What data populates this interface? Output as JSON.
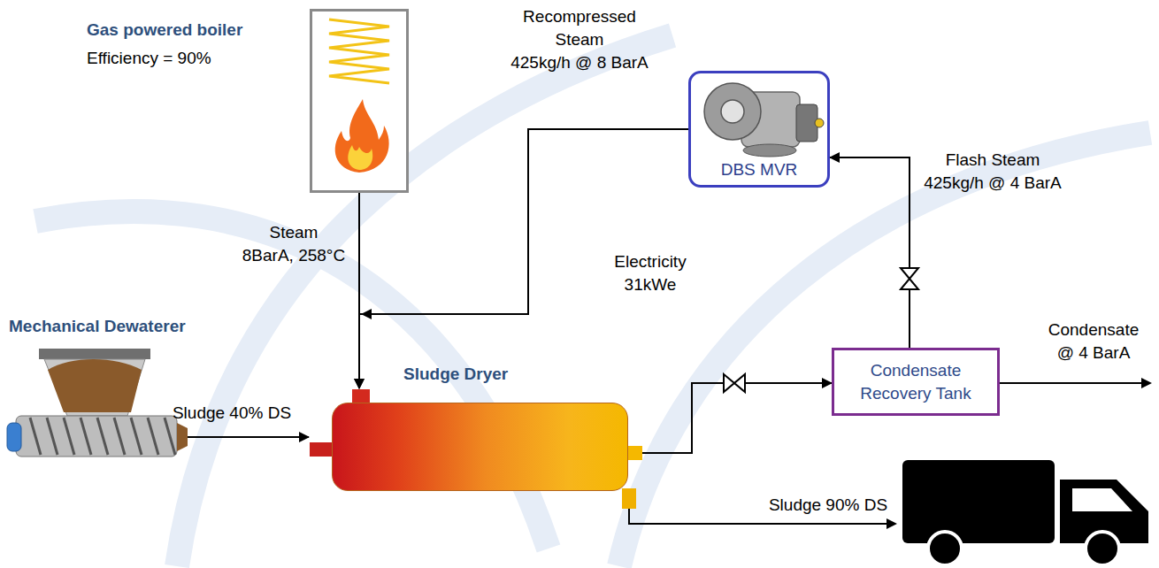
{
  "diagram": {
    "nodes": [
      {
        "text": [
          "Gas powered boiler",
          "Efficiency = 90%"
        ]
      },
      {
        "text": [
          "DBS MVR"
        ]
      },
      {
        "text": [
          "Mechanical Dewaterer"
        ]
      },
      {
        "text": [
          "Sludge Dryer"
        ]
      },
      {
        "text": [
          "Condensate Recovery Tank"
        ]
      }
    ],
    "edges": [
      {
        "from": 0,
        "to": 3,
        "arrow": "to",
        "label": "Steam 8BarA, 258°C"
      },
      {
        "from": 1,
        "to": 3,
        "arrow": "to",
        "label": "Recompressed Steam 425kg/h @ 8 BarA"
      },
      {
        "from": 2,
        "to": 3,
        "arrow": "to",
        "label": "Sludge 40% DS"
      },
      {
        "from": 3,
        "to": 4,
        "arrow": "to"
      },
      {
        "from": 4,
        "to": 1,
        "arrow": "to",
        "label": "Flash Steam 425kg/h @ 4 BarA"
      }
    ],
    "labels": [
      "Electricity 31kWe",
      "Condensate @ 4 BarA",
      "Sludge 90% DS"
    ]
  }
}
